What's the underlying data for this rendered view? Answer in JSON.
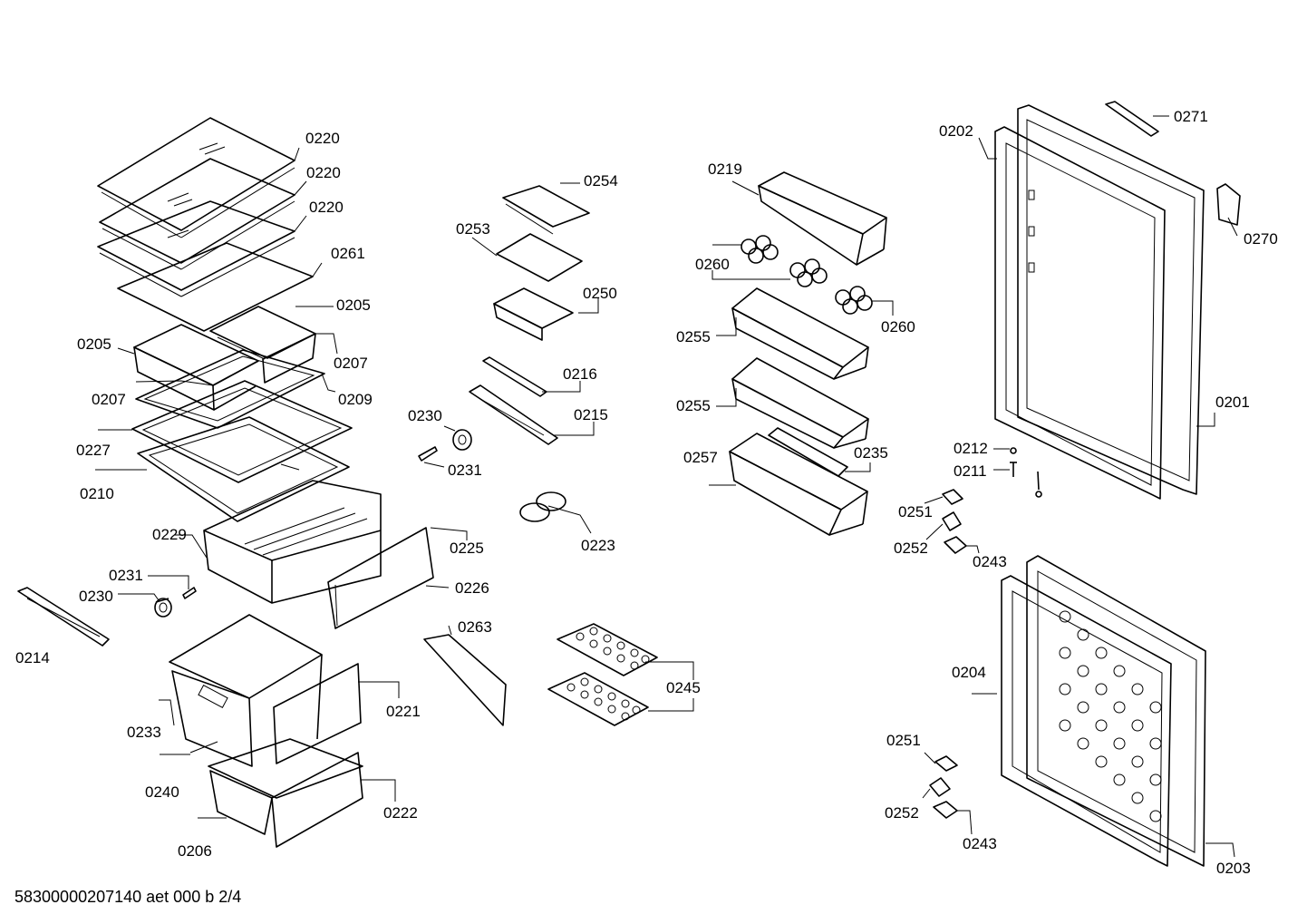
{
  "footer": {
    "document_code": "58300000207140 aet 000 b 2/4"
  },
  "parts": {
    "p0220a": "0220",
    "p0220b": "0220",
    "p0220c": "0220",
    "p0261": "0261",
    "p0205a": "0205",
    "p0205b": "0205",
    "p0207a": "0207",
    "p0207b": "0207",
    "p0209": "0209",
    "p0227": "0227",
    "p0210": "0210",
    "p0229": "0229",
    "p0225": "0225",
    "p0226": "0226",
    "p0231a": "0231",
    "p0230a": "0230",
    "p0214": "0214",
    "p0233": "0233",
    "p0221": "0221",
    "p0240": "0240",
    "p0222": "0222",
    "p0206": "0206",
    "p0254": "0254",
    "p0253": "0253",
    "p0250": "0250",
    "p0216": "0216",
    "p0230b": "0230",
    "p0215": "0215",
    "p0231b": "0231",
    "p0223": "0223",
    "p0263": "0263",
    "p0245": "0245",
    "p0219": "0219",
    "p0260a": "0260",
    "p0260b": "0260",
    "p0255a": "0255",
    "p0255b": "0255",
    "p0257": "0257",
    "p0235": "0235",
    "p0202": "0202",
    "p0271": "0271",
    "p0270": "0270",
    "p0201": "0201",
    "p0212": "0212",
    "p0211": "0211",
    "p0251a": "0251",
    "p0252a": "0252",
    "p0243a": "0243",
    "p0204": "0204",
    "p0251b": "0251",
    "p0252b": "0252",
    "p0243b": "0243",
    "p0203": "0203"
  }
}
